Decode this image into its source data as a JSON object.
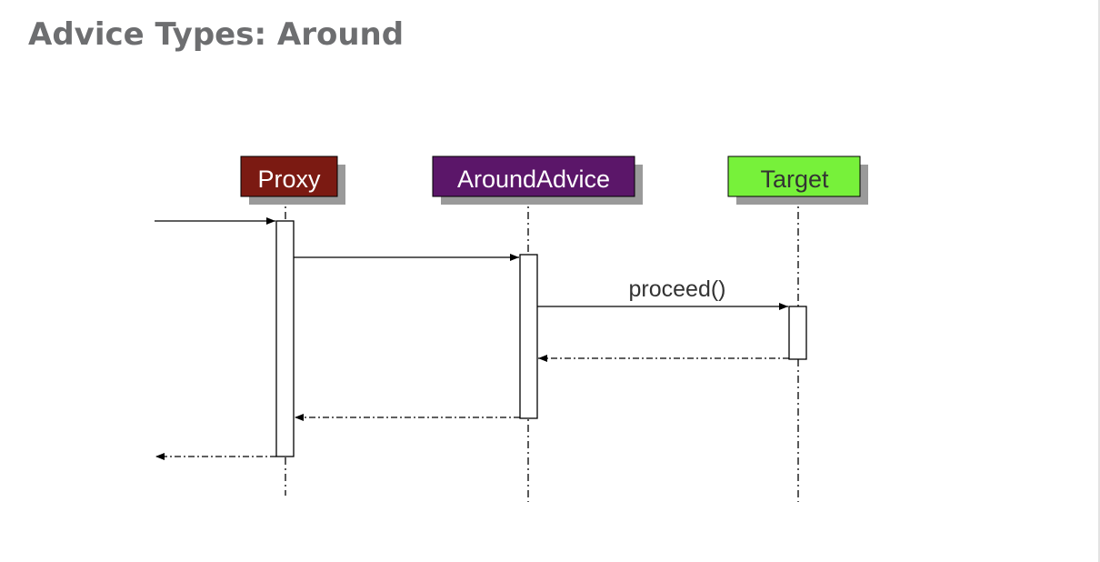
{
  "title": "Advice Types: Around",
  "participants": [
    {
      "label": "Proxy",
      "fill": "#7b1a12",
      "text_color": "#ffffff"
    },
    {
      "label": "AroundAdvice",
      "fill": "#5b1669",
      "text_color": "#ffffff"
    },
    {
      "label": "Target",
      "fill": "#77f13a",
      "text_color": "#333333"
    }
  ],
  "messages": [
    {
      "from": "external",
      "to": "Proxy",
      "style": "call",
      "label": ""
    },
    {
      "from": "Proxy",
      "to": "AroundAdvice",
      "style": "call",
      "label": ""
    },
    {
      "from": "AroundAdvice",
      "to": "Target",
      "style": "call",
      "label": "proceed()"
    },
    {
      "from": "Target",
      "to": "AroundAdvice",
      "style": "return",
      "label": ""
    },
    {
      "from": "AroundAdvice",
      "to": "Proxy",
      "style": "return",
      "label": ""
    },
    {
      "from": "Proxy",
      "to": "external",
      "style": "return",
      "label": ""
    }
  ]
}
